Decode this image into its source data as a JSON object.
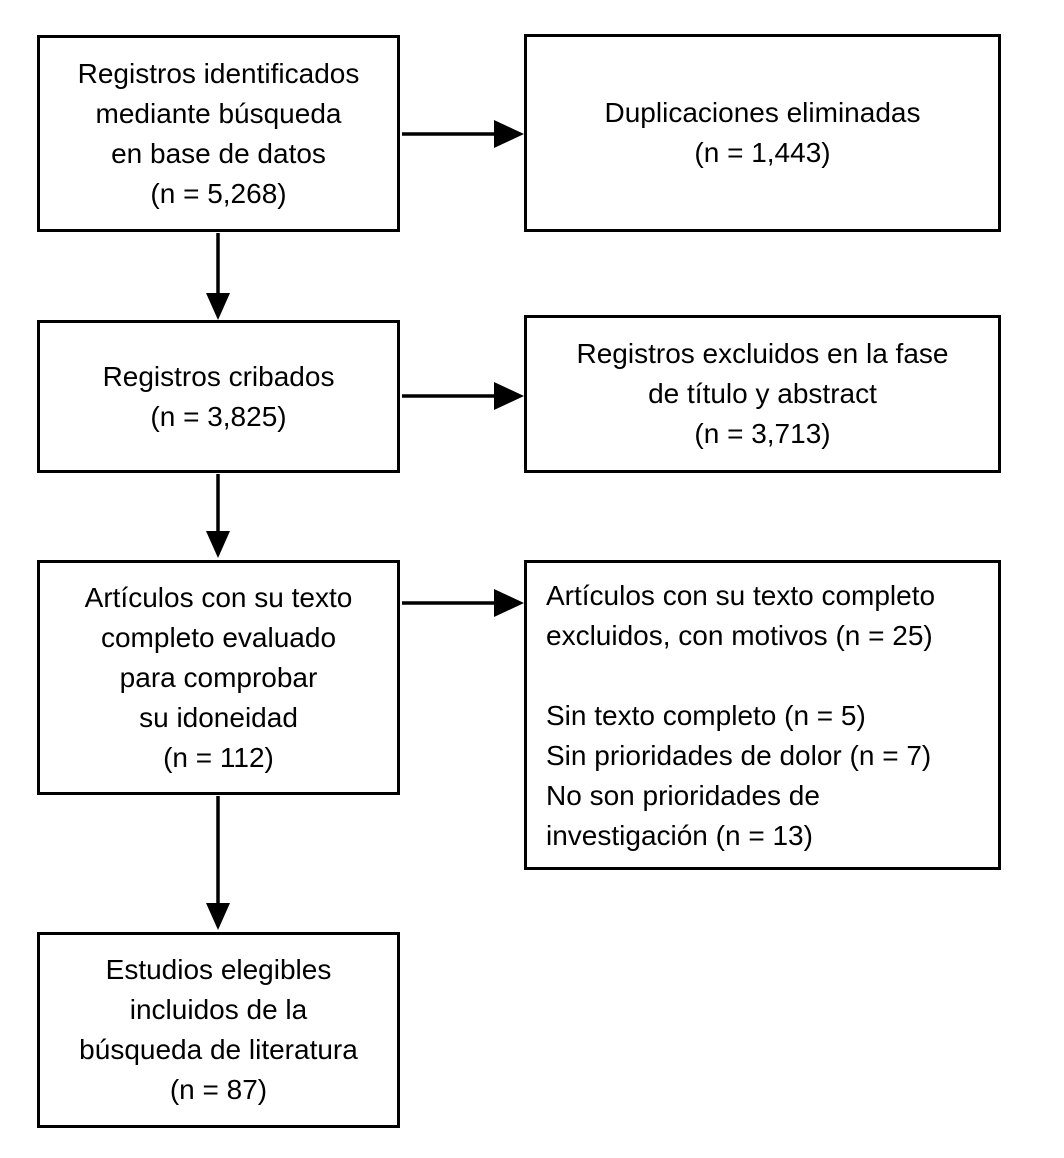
{
  "flowchart": {
    "nodes": {
      "identified": {
        "text": "Registros identificados\nmediante búsqueda\nen base de datos\n(n = 5,268)",
        "n": 5268
      },
      "duplicates_removed": {
        "text": "Duplicaciones eliminadas\n(n = 1,443)",
        "n": 1443
      },
      "screened": {
        "text": "Registros cribados\n(n = 3,825)",
        "n": 3825
      },
      "excluded_title_abstract": {
        "text": "Registros excluidos en la fase\nde título y abstract\n(n = 3,713)",
        "n": 3713
      },
      "fulltext_assessed": {
        "text": "Artículos con su texto\ncompleto evaluado\npara comprobar\nsu idoneidad\n(n = 112)",
        "n": 112
      },
      "fulltext_excluded": {
        "text": "Artículos con su texto completo\nexcluidos, con motivos (n = 25)\n\nSin texto completo (n = 5)\nSin prioridades de dolor (n = 7)\nNo son prioridades de\ninvestigación (n = 13)",
        "n": 25,
        "reasons": [
          {
            "label": "Sin texto completo",
            "n": 5
          },
          {
            "label": "Sin prioridades de dolor",
            "n": 7
          },
          {
            "label": "No son prioridades de investigación",
            "n": 13
          }
        ]
      },
      "included": {
        "text": "Estudios elegibles\nincluidos de la\nbúsqueda de literatura\n(n = 87)",
        "n": 87
      }
    },
    "edges": [
      {
        "from": "identified",
        "to": "duplicates_removed"
      },
      {
        "from": "identified",
        "to": "screened"
      },
      {
        "from": "screened",
        "to": "excluded_title_abstract"
      },
      {
        "from": "screened",
        "to": "fulltext_assessed"
      },
      {
        "from": "fulltext_assessed",
        "to": "fulltext_excluded"
      },
      {
        "from": "fulltext_assessed",
        "to": "included"
      }
    ],
    "colors": {
      "box_border": "#000000",
      "text": "#000000",
      "background": "#ffffff"
    }
  }
}
